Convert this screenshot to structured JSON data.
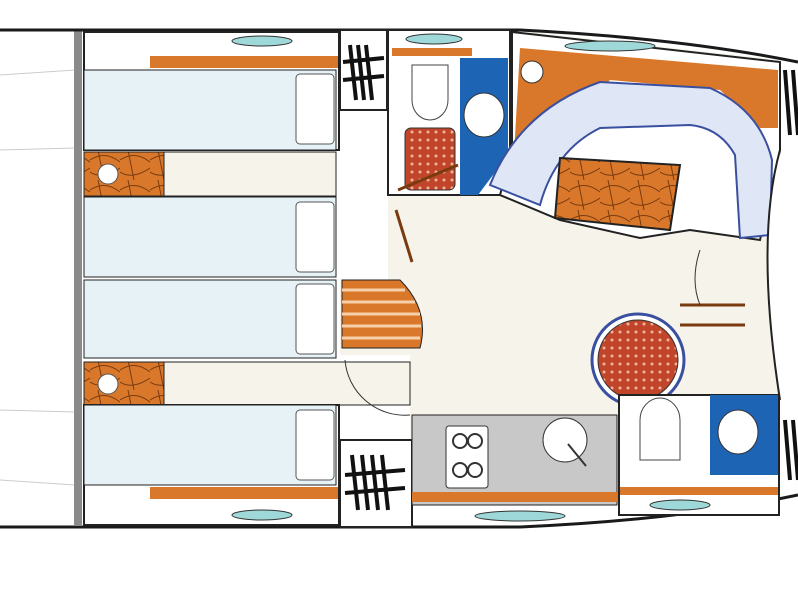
{
  "diagram": {
    "type": "boat-deck-layout",
    "rooms": [
      "cabin",
      "cabin",
      "head",
      "head",
      "salon",
      "galley",
      "wardrobe",
      "wardrobe",
      "steps"
    ],
    "colors": {
      "hull_line": "#1a1a1a",
      "wood": "#d9782a",
      "bed": "#e6f2f5",
      "floor": "#f6f3ea",
      "sofa": "#dfe6f5",
      "galley_counter": "#c8c8c8",
      "basin_blue": "#1e64b4",
      "porthole": "#9fd8d8",
      "table_red": "#c0452a",
      "grey_bar": "#8a8a8a"
    }
  }
}
